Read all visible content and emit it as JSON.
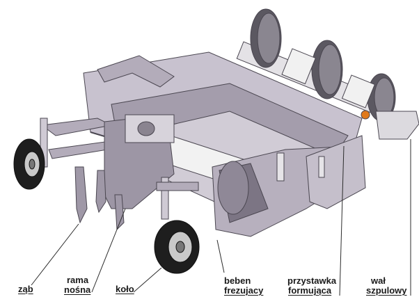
{
  "labels": {
    "zab": "ząb",
    "rama_line1": "rama",
    "rama_line2": "nośna",
    "kolo": "koło",
    "beben_line1": "beben",
    "beben_line2": "frezujacy",
    "przystawka_line1": "przystawka",
    "przystawka_line2": "formująca",
    "wal_line1": "wał",
    "wal_line2": "szpulowy"
  },
  "colors": {
    "frame": "#ada6b4",
    "frame_dark": "#7c7584",
    "frame_light": "#d6d1dc",
    "tire": "#1e1e1e",
    "hub": "#c9c9c9",
    "leader": "#2b2b2b",
    "accent_orange": "#e07a1c"
  }
}
